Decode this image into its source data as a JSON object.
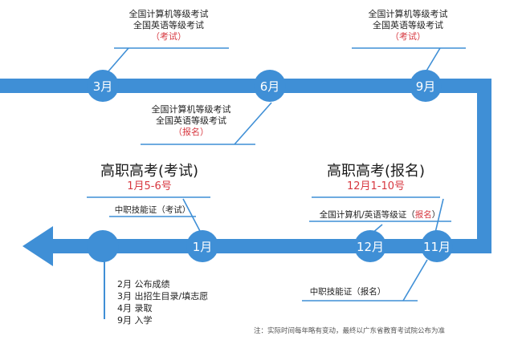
{
  "colors": {
    "track": "#3f8fd6",
    "node": "#3f8fd6",
    "node_text": "#ffffff",
    "red": "#d7373f",
    "line": "#3f8fd6"
  },
  "nodes": {
    "m3": "3月",
    "m6": "6月",
    "m9": "9月",
    "m1": "1月",
    "m12": "12月",
    "m11": "11月"
  },
  "top_left": {
    "line1": "全国计算机等级考试",
    "line2": "全国英语等级考试",
    "line3": "（考试）"
  },
  "top_right": {
    "line1": "全国计算机等级考试",
    "line2": "全国英语等级考试",
    "line3": "（考试）"
  },
  "mid_center": {
    "line1": "全国计算机等级考试",
    "line2": "全国英语等级考试",
    "line3": "（报名）"
  },
  "gaokao_exam": {
    "title": "高职高考(考试)",
    "date": "1月5-6号"
  },
  "gaokao_reg": {
    "title": "高职高考(报名)",
    "date": "12月1-10号"
  },
  "cert_exam": {
    "text": "中职技能证（考试）"
  },
  "computer_reg": {
    "text": "全国计算机/英语等级证（",
    "red": "报名",
    "close": "）"
  },
  "cert_reg": {
    "text": "中职技能证（报名）"
  },
  "steps": [
    "2月  公布成绩",
    "3月  出招生目录/填志愿",
    "4月  录取",
    "9月  入学"
  ],
  "note": "注：实际时间每年略有变动，最终以广东省教育考试院公布为准"
}
